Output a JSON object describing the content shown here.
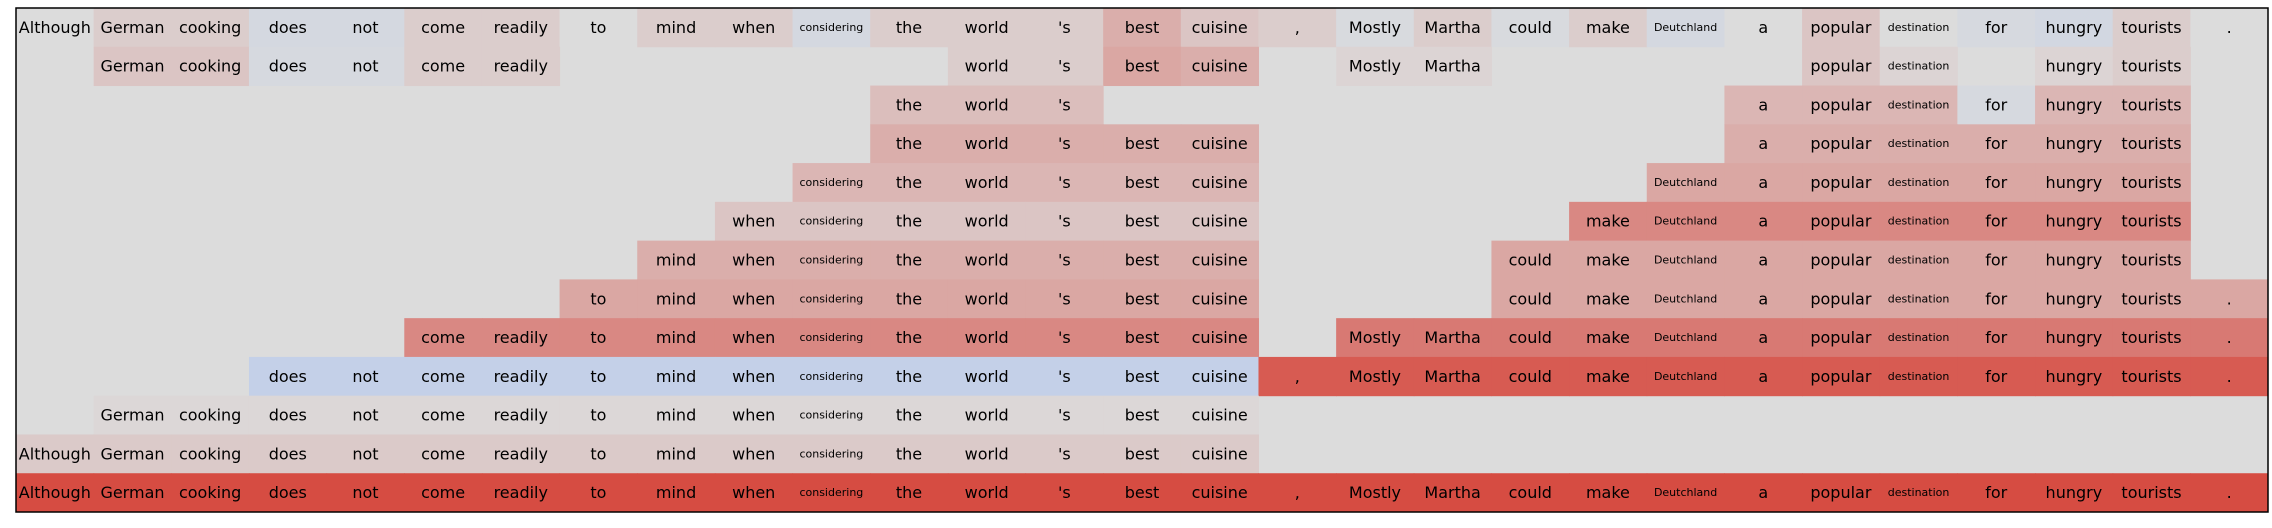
{
  "chart_data": {
    "type": "heatmap",
    "tokens": [
      "Although",
      "German",
      "cooking",
      "does",
      "not",
      "come",
      "readily",
      "to",
      "mind",
      "when",
      "considering",
      "the",
      "world",
      "'s",
      "best",
      "cuisine",
      ",",
      "Mostly",
      "Martha",
      "could",
      "make",
      "Deutchland",
      "a",
      "popular",
      "destination",
      "for",
      "hungry",
      "tourists",
      "."
    ],
    "small_tokens": [
      "considering",
      "Deutchland",
      "destination"
    ],
    "color_scale": {
      "negative": "#b4c8f0",
      "neutral": "#dcdcdc",
      "positive": "#d6443a"
    },
    "rows": [
      [
        0,
        0.1,
        0.1,
        -0.2,
        -0.2,
        0.1,
        0.1,
        0,
        0.1,
        0.1,
        -0.2,
        0.1,
        0.1,
        0.1,
        0.3,
        0.15,
        0.1,
        -0.1,
        0.1,
        -0.1,
        0.1,
        -0.2,
        0,
        0.15,
        0,
        -0.15,
        -0.25,
        0.1,
        0
      ],
      [
        null,
        0.15,
        0.15,
        -0.15,
        -0.15,
        0.1,
        0.1,
        null,
        null,
        null,
        null,
        null,
        0.1,
        0.1,
        0.35,
        0.3,
        null,
        0.05,
        0.05,
        null,
        null,
        null,
        null,
        0.15,
        0.05,
        null,
        0.05,
        0.1,
        null
      ],
      [
        null,
        null,
        null,
        null,
        null,
        null,
        null,
        null,
        null,
        null,
        null,
        0.2,
        0.2,
        0.2,
        null,
        null,
        null,
        null,
        null,
        null,
        null,
        null,
        0.25,
        0.25,
        0.25,
        -0.15,
        0.25,
        0.25,
        null
      ],
      [
        null,
        null,
        null,
        null,
        null,
        null,
        null,
        null,
        null,
        null,
        null,
        0.3,
        0.3,
        0.3,
        0.3,
        0.3,
        null,
        null,
        null,
        null,
        null,
        null,
        0.3,
        0.3,
        0.3,
        0.3,
        0.3,
        0.3,
        null
      ],
      [
        null,
        null,
        null,
        null,
        null,
        null,
        null,
        null,
        null,
        null,
        0.25,
        0.25,
        0.25,
        0.25,
        0.25,
        0.25,
        null,
        null,
        null,
        null,
        null,
        0.35,
        0.35,
        0.35,
        0.35,
        0.35,
        0.35,
        0.35,
        null
      ],
      [
        null,
        null,
        null,
        null,
        null,
        null,
        null,
        null,
        null,
        0.15,
        0.15,
        0.15,
        0.15,
        0.15,
        0.15,
        0.15,
        null,
        null,
        null,
        null,
        0.55,
        0.55,
        0.55,
        0.55,
        0.55,
        0.55,
        0.55,
        0.55,
        null
      ],
      [
        null,
        null,
        null,
        null,
        null,
        null,
        null,
        null,
        0.3,
        0.3,
        0.3,
        0.3,
        0.3,
        0.3,
        0.3,
        0.3,
        null,
        null,
        null,
        0.35,
        0.35,
        0.35,
        0.35,
        0.35,
        0.35,
        0.35,
        0.35,
        0.35,
        null
      ],
      [
        null,
        null,
        null,
        null,
        null,
        null,
        null,
        0.35,
        0.35,
        0.35,
        0.35,
        0.35,
        0.35,
        0.35,
        0.35,
        0.35,
        null,
        null,
        null,
        0.35,
        0.35,
        0.35,
        0.35,
        0.35,
        0.35,
        0.35,
        0.35,
        0.35,
        0.35
      ],
      [
        null,
        null,
        null,
        null,
        null,
        0.55,
        0.55,
        0.55,
        0.55,
        0.55,
        0.55,
        0.55,
        0.55,
        0.55,
        0.55,
        0.55,
        null,
        0.65,
        0.65,
        0.65,
        0.65,
        0.65,
        0.65,
        0.65,
        0.65,
        0.65,
        0.65,
        0.65,
        0.65
      ],
      [
        null,
        null,
        null,
        -0.6,
        -0.6,
        -0.6,
        -0.6,
        -0.6,
        -0.6,
        -0.6,
        -0.6,
        -0.6,
        -0.6,
        -0.6,
        -0.6,
        -0.6,
        0.85,
        0.85,
        0.85,
        0.85,
        0.85,
        0.85,
        0.85,
        0.85,
        0.85,
        0.85,
        0.85,
        0.85,
        0.85
      ],
      [
        null,
        0.03,
        0.03,
        0.03,
        0.03,
        0.03,
        0.03,
        0.03,
        0.03,
        0.03,
        0.03,
        0.03,
        0.03,
        0.03,
        0.03,
        0.03,
        null,
        null,
        null,
        null,
        null,
        null,
        null,
        null,
        null,
        null,
        null,
        null,
        null
      ],
      [
        0.12,
        0.12,
        0.12,
        0.12,
        0.12,
        0.12,
        0.12,
        0.12,
        0.12,
        0.12,
        0.12,
        0.12,
        0.12,
        0.12,
        0.12,
        0.12,
        null,
        null,
        null,
        null,
        null,
        null,
        null,
        null,
        null,
        null,
        null,
        null,
        null
      ],
      [
        0.95,
        0.95,
        0.95,
        0.95,
        0.95,
        0.95,
        0.95,
        0.95,
        0.95,
        0.95,
        0.95,
        0.95,
        0.95,
        0.95,
        0.95,
        0.95,
        0.95,
        0.95,
        0.95,
        0.95,
        0.95,
        0.95,
        0.95,
        0.95,
        0.95,
        0.95,
        0.95,
        0.95,
        0.95
      ]
    ]
  }
}
